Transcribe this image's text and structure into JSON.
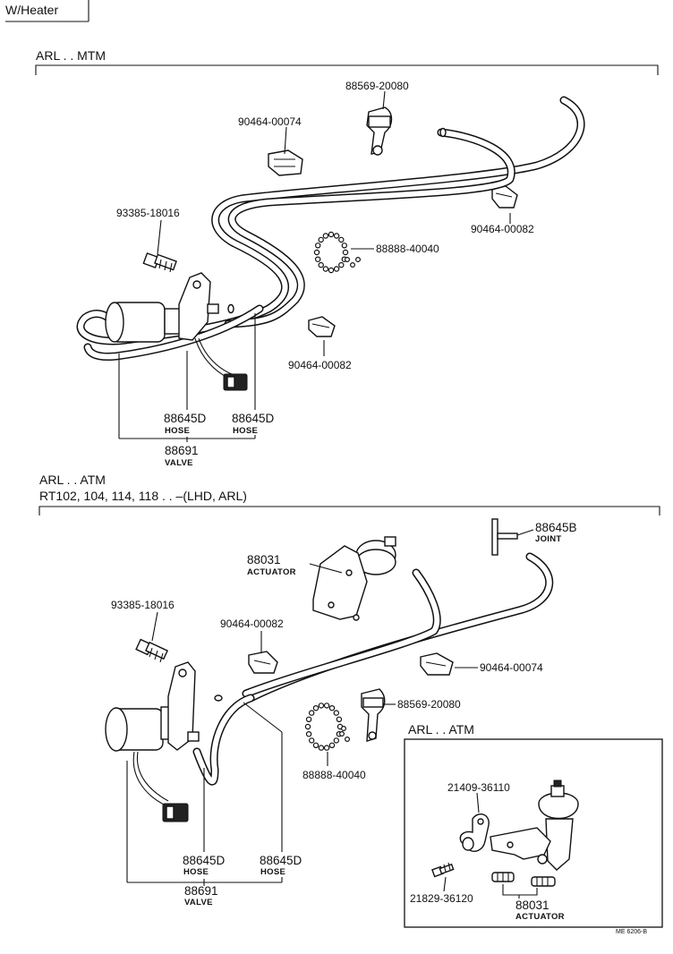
{
  "title": "W/Heater",
  "footer_code": "ME 6206-B",
  "section_top": {
    "header": "ARL . . MTM",
    "labels": {
      "clamp_a": "88569-20080",
      "clip_top": "90464-00074",
      "clip_right": "90464-00082",
      "plug": "93385-18016",
      "band": "88888-40040",
      "clip_mid": "90464-00082",
      "hose_left_num": "88645D",
      "hose_left_name": "HOSE",
      "hose_right_num": "88645D",
      "hose_right_name": "HOSE",
      "valve_num": "88691",
      "valve_name": "VALVE"
    }
  },
  "section_bottom": {
    "header_line1": "ARL . . ATM",
    "header_line2": "RT102, 104, 114, 118 . . –(LHD, ARL)",
    "labels": {
      "actuator_num": "88031",
      "actuator_name": "ACTUATOR",
      "joint_num": "88645B",
      "joint_name": "JOINT",
      "plug": "93385-18016",
      "clip_left": "90464-00082",
      "clip_right": "90464-00074",
      "clamp": "88569-20080",
      "band": "88888-40040",
      "hose_left_num": "88645D",
      "hose_left_name": "HOSE",
      "hose_right_num": "88645D",
      "hose_right_name": "HOSE",
      "valve_num": "88691",
      "valve_name": "VALVE"
    }
  },
  "inset": {
    "header": "ARL . . ATM",
    "labels": {
      "bracket": "21409-36110",
      "bolt": "21829-36120",
      "actuator_num": "88031",
      "actuator_name": "ACTUATOR"
    }
  }
}
